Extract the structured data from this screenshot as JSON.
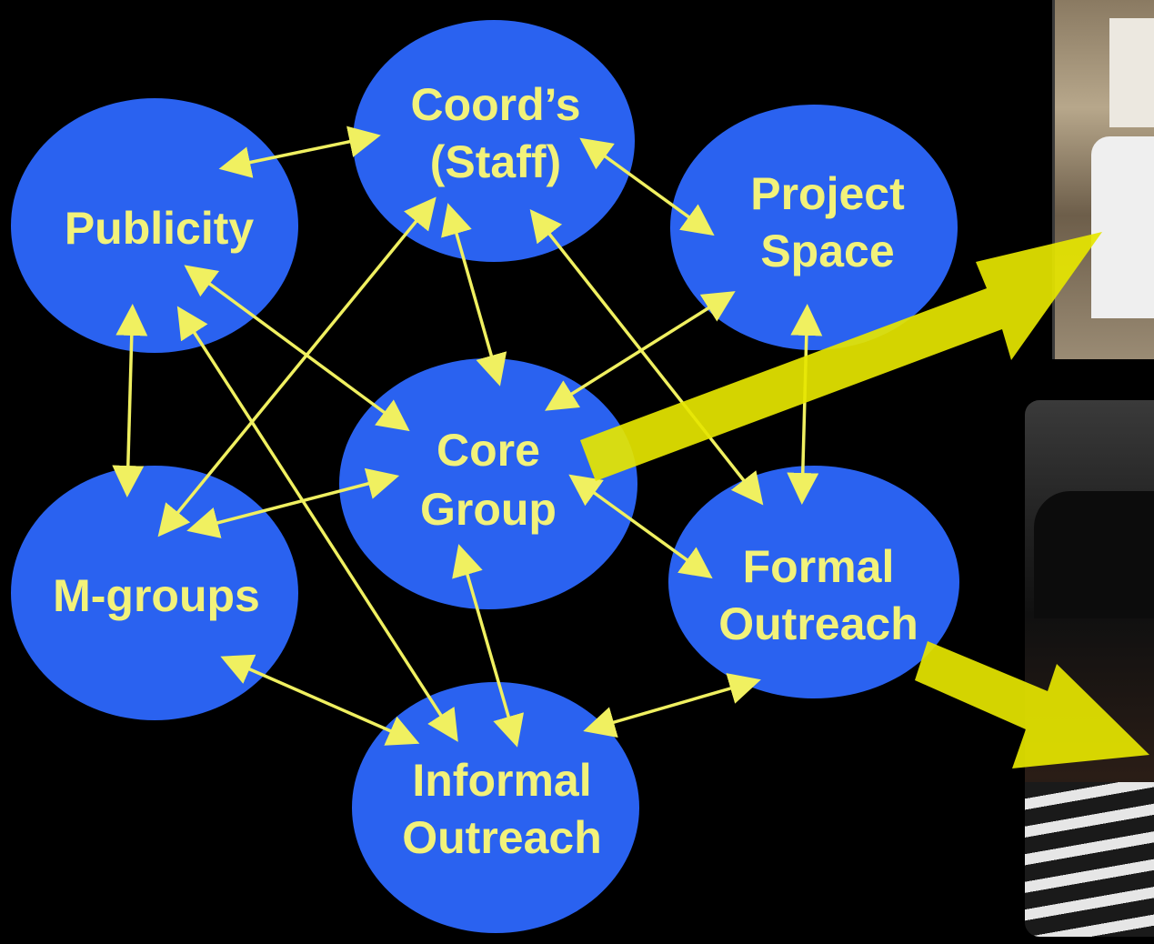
{
  "diagram": {
    "nodes": [
      {
        "id": "coords",
        "lines": [
          "Coord’s",
          "(Staff)"
        ]
      },
      {
        "id": "publicity",
        "lines": [
          "Publicity"
        ]
      },
      {
        "id": "project-space",
        "lines": [
          "Project",
          "Space"
        ]
      },
      {
        "id": "core-group",
        "lines": [
          "Core",
          "Group"
        ]
      },
      {
        "id": "m-groups",
        "lines": [
          "M-groups"
        ]
      },
      {
        "id": "formal-outreach",
        "lines": [
          "Formal",
          "Outreach"
        ]
      },
      {
        "id": "informal-outreach",
        "lines": [
          "Informal",
          "Outreach"
        ]
      }
    ],
    "edges": [
      {
        "from": "publicity",
        "to": "coords"
      },
      {
        "from": "coords",
        "to": "project-space"
      },
      {
        "from": "coords",
        "to": "core-group"
      },
      {
        "from": "coords",
        "to": "m-groups"
      },
      {
        "from": "coords",
        "to": "formal-outreach"
      },
      {
        "from": "publicity",
        "to": "core-group"
      },
      {
        "from": "publicity",
        "to": "m-groups"
      },
      {
        "from": "publicity",
        "to": "informal-outreach"
      },
      {
        "from": "project-space",
        "to": "core-group"
      },
      {
        "from": "project-space",
        "to": "formal-outreach"
      },
      {
        "from": "core-group",
        "to": "m-groups"
      },
      {
        "from": "core-group",
        "to": "formal-outreach"
      },
      {
        "from": "core-group",
        "to": "informal-outreach"
      },
      {
        "from": "m-groups",
        "to": "informal-outreach"
      },
      {
        "from": "formal-outreach",
        "to": "informal-outreach"
      }
    ],
    "colors": {
      "node_fill": "#2a62f0",
      "label": "#f2f27a",
      "arrow": "#f0f060",
      "big_arrow": "#e6e600",
      "background": "#000000"
    }
  },
  "photos": [
    {
      "id": "photo-top",
      "description_icon": "photo-meeting-icon"
    },
    {
      "id": "photo-bottom",
      "description_icon": "photo-person-icon"
    }
  ]
}
